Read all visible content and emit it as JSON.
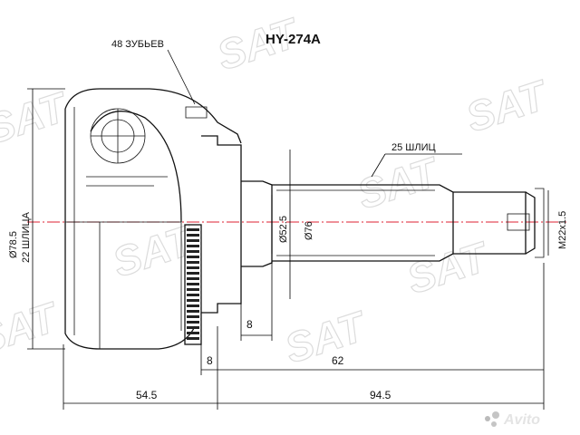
{
  "title": "HY-274A",
  "labels": {
    "teeth": "48 ЗУБЬЕВ",
    "outer_splines": "25 ШЛИЦ",
    "inner_dia": "Ø78.5",
    "inner_splines": "22 ШЛИЦА",
    "dia_52": "Ø52.5",
    "dia_76": "Ø76",
    "thread": "M22x1.5",
    "dim_8_top": "8",
    "dim_8_bottom": "8",
    "dim_62": "62",
    "dim_54": "54.5",
    "dim_94": "94.5"
  },
  "watermark": {
    "text": "SAT",
    "site": "Avito"
  },
  "colors": {
    "centerline": "#dd2233",
    "line": "#111111",
    "watermark": "#dcdcdc"
  }
}
